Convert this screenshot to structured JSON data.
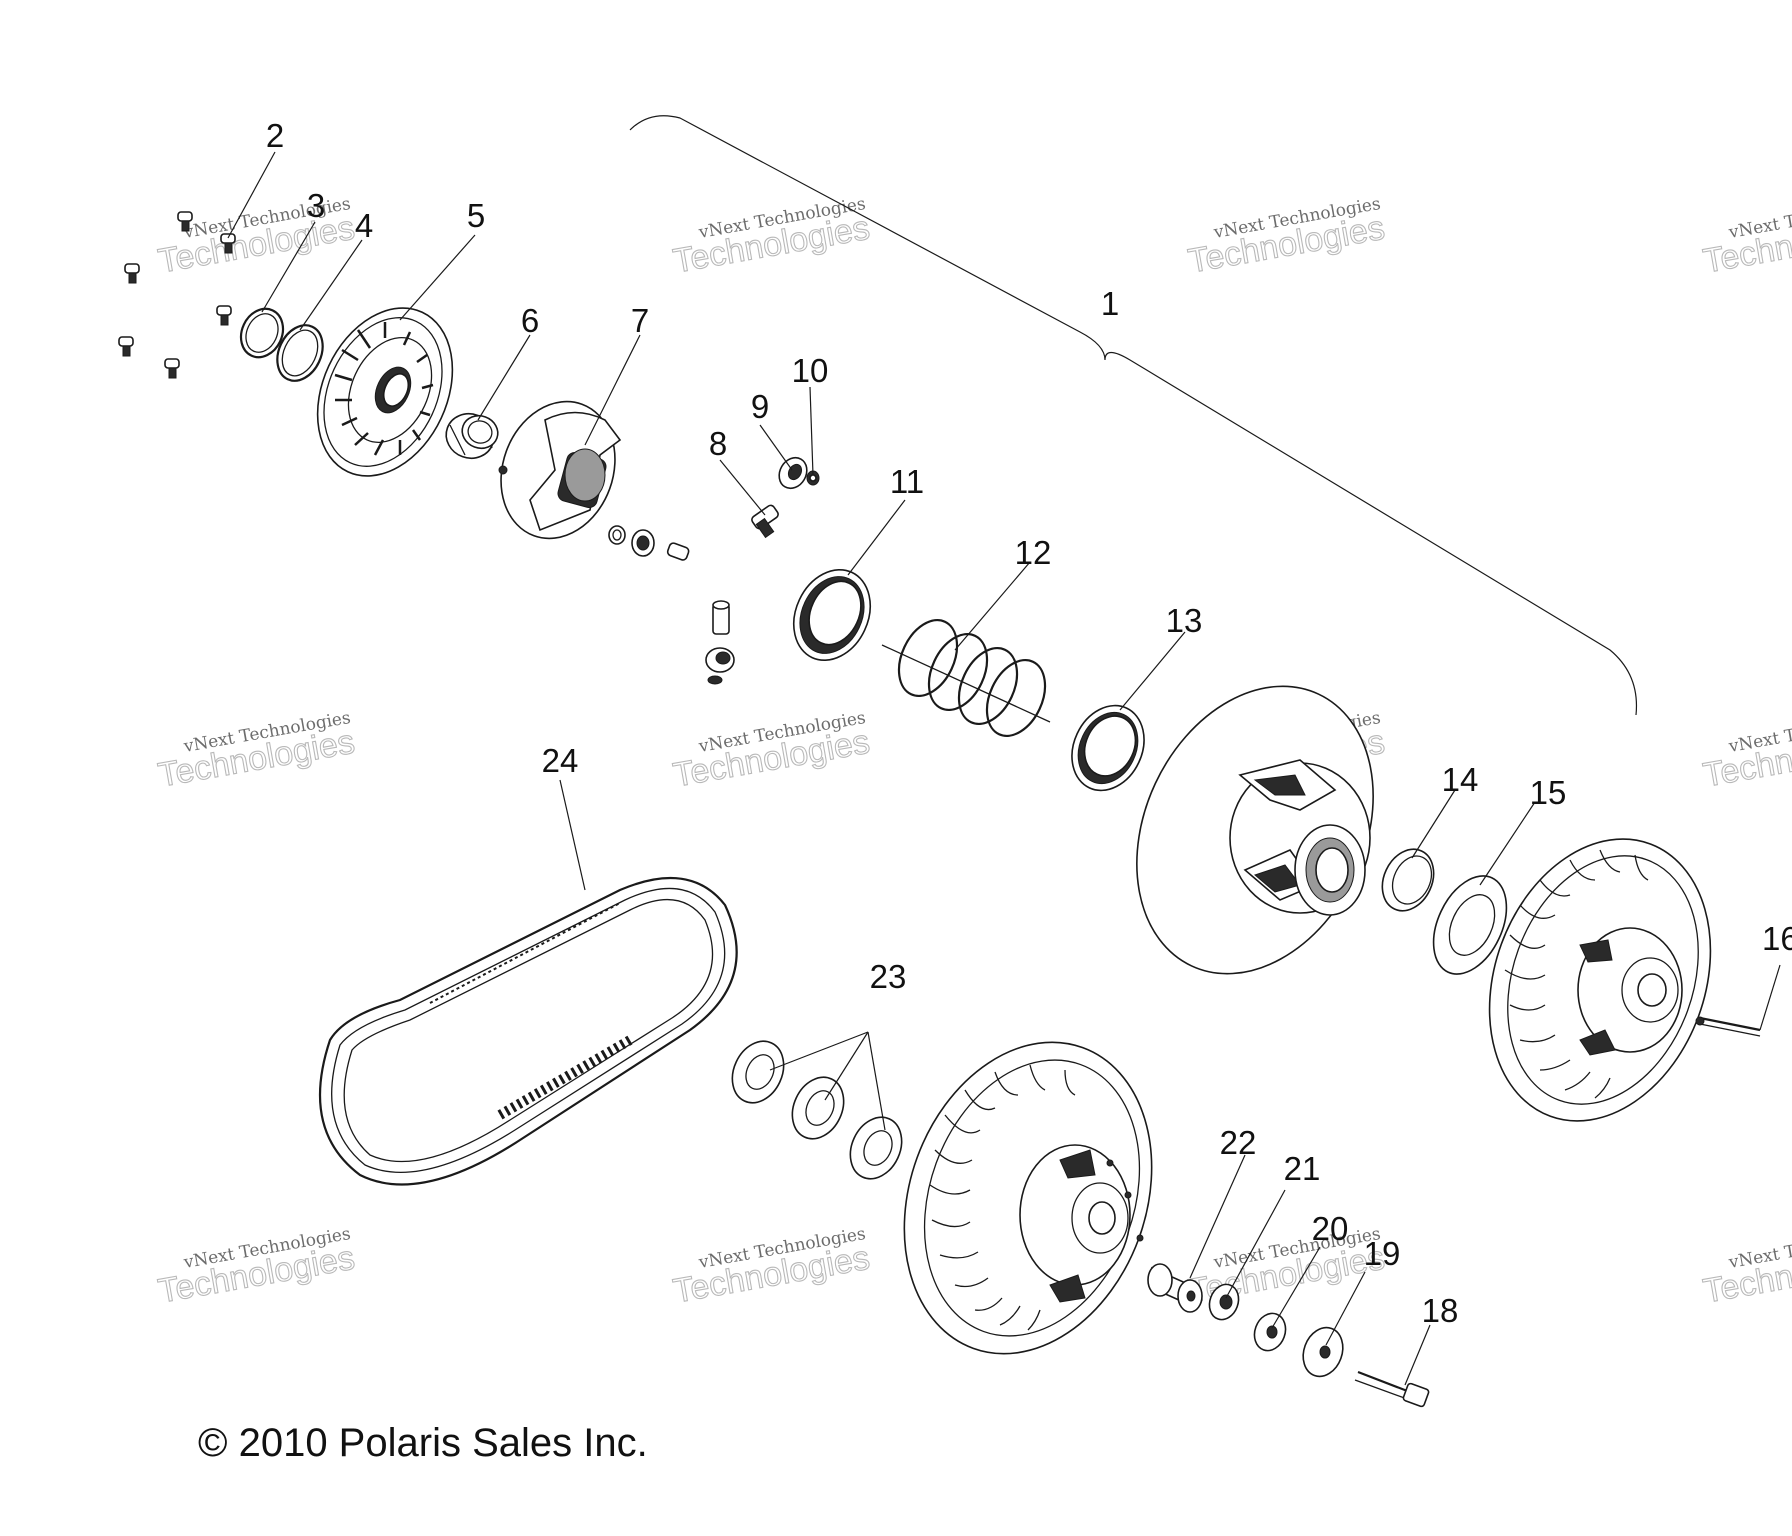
{
  "callouts": {
    "c1": "1",
    "c2": "2",
    "c3": "3",
    "c4": "4",
    "c5": "5",
    "c6": "6",
    "c7": "7",
    "c8": "8",
    "c9": "9",
    "c10": "10",
    "c11": "11",
    "c12": "12",
    "c13": "13",
    "c14": "14",
    "c15": "15",
    "c16": "16",
    "c18": "18",
    "c19": "19",
    "c20": "20",
    "c21": "21",
    "c22": "22",
    "c23": "23",
    "c24": "24"
  },
  "watermark": {
    "line1": "vNext Technologies",
    "line2": "Technologies"
  },
  "copyright": "© 2010 Polaris Sales Inc."
}
